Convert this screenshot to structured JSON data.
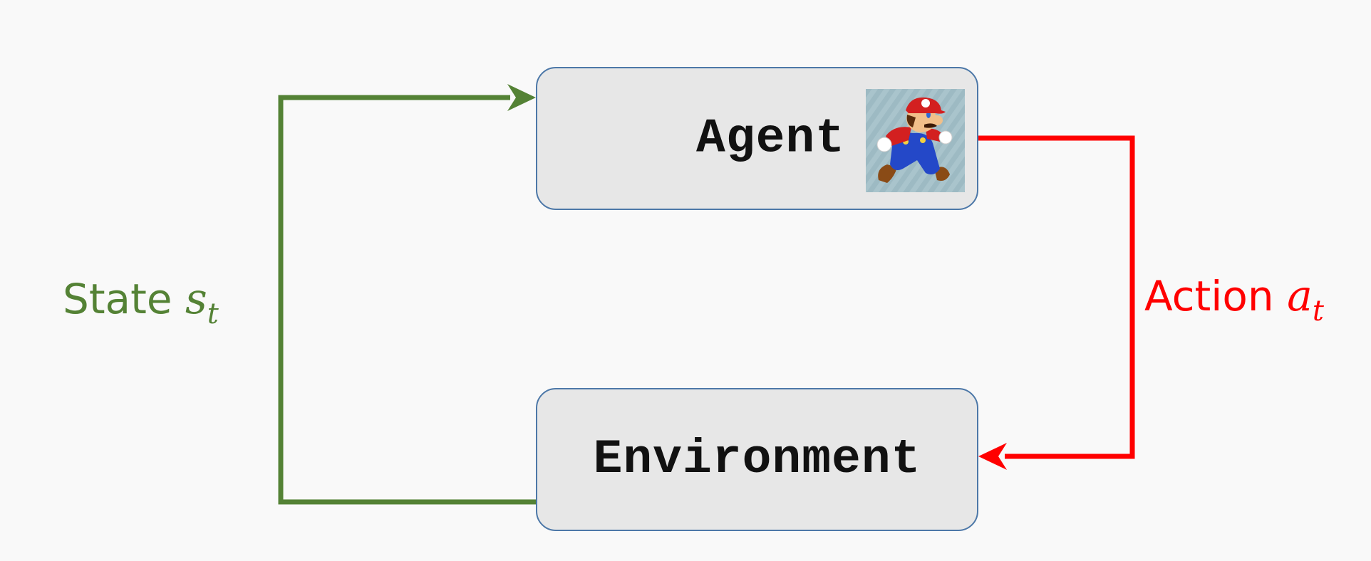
{
  "agent": {
    "label": "Agent",
    "picture": "mario-running-icon"
  },
  "environment": {
    "label": "Environment"
  },
  "state_edge": {
    "word": "State",
    "symbol": "s",
    "subscript": "t",
    "color": "#548235"
  },
  "action_edge": {
    "word": "Action",
    "symbol": "a",
    "subscript": "t",
    "color": "#ff0000"
  },
  "box_fill": "#e7e7e7",
  "box_border": "#4d78a8"
}
